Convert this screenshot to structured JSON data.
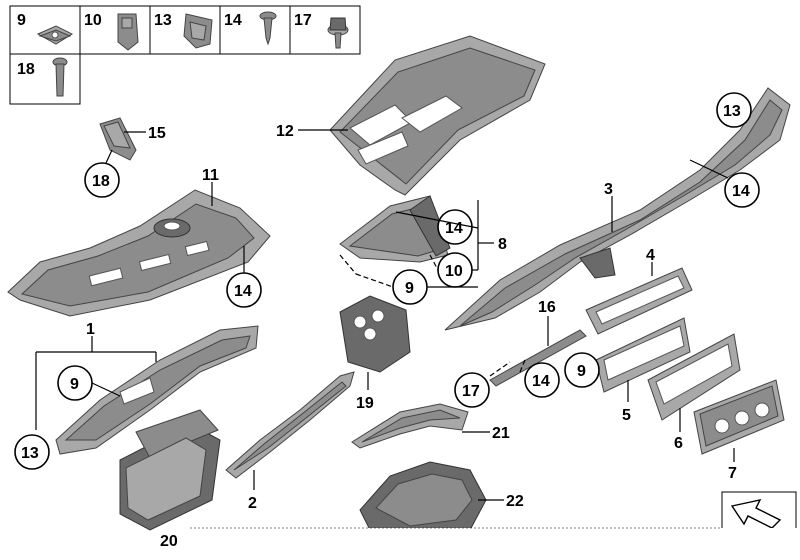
{
  "legend": [
    "9",
    "10",
    "13",
    "14",
    "17",
    "18"
  ],
  "callouts": {
    "c1": "1",
    "c2": "2",
    "c3": "3",
    "c4": "4",
    "c5": "5",
    "c6": "6",
    "c7": "7",
    "c8": "8",
    "c9a": "9",
    "c9b": "9",
    "c9c": "9",
    "c10": "10",
    "c11": "11",
    "c12": "12",
    "c13a": "13",
    "c13b": "13",
    "c14a": "14",
    "c14b": "14",
    "c14c": "14",
    "c14d": "14",
    "c15": "15",
    "c16": "16",
    "c17": "17",
    "c18": "18",
    "c19": "19",
    "c20": "20",
    "c21": "21",
    "c22": "22"
  }
}
